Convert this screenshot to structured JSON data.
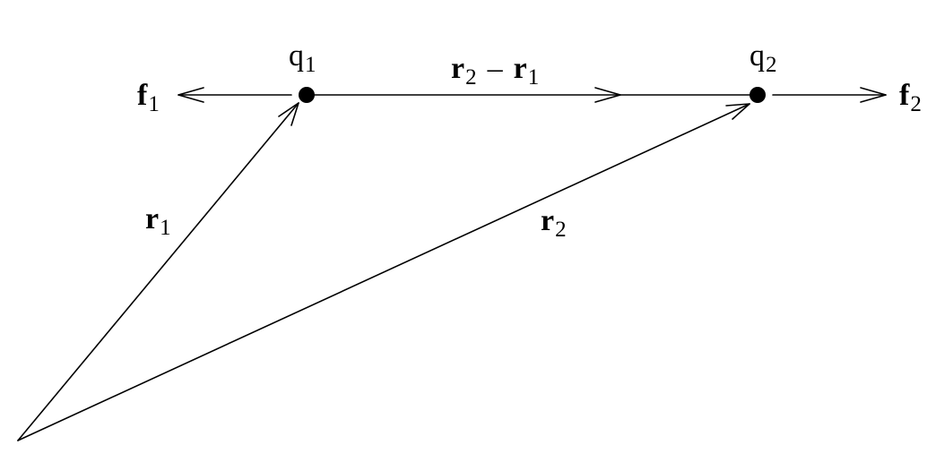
{
  "labels": {
    "q1": {
      "base": "q",
      "sub": "1"
    },
    "q2": {
      "base": "q",
      "sub": "2"
    },
    "f1": {
      "base": "f",
      "sub": "1"
    },
    "f2": {
      "base": "f",
      "sub": "2"
    },
    "r1": {
      "base": "r",
      "sub": "1"
    },
    "r2": {
      "base": "r",
      "sub": "2"
    },
    "r2_minus_r1": {
      "a_base": "r",
      "a_sub": "2",
      "op": "–",
      "b_base": "r",
      "b_sub": "1"
    }
  },
  "colors": {
    "ink": "#000000",
    "background": "#ffffff"
  }
}
